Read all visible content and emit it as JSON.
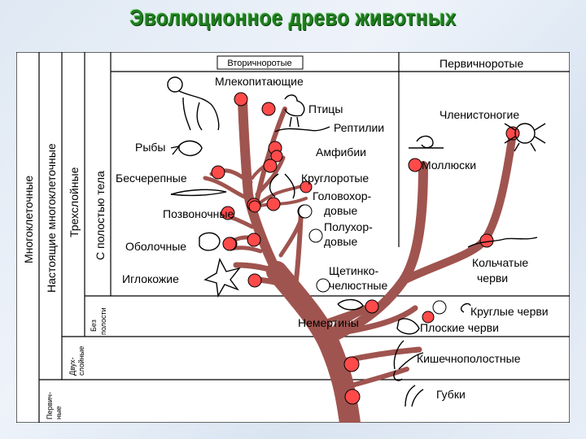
{
  "title": "Эволюционное древо животных",
  "columns": {
    "multicellular": "Многоклеточные",
    "true_multicellular": "Настоящие многоклеточные",
    "three_layer": "Трехслойные",
    "body_cavity": "С полостью тела",
    "no_cavity_1": "Без",
    "no_cavity_2": "полости",
    "two_layer_1": "Двух-",
    "two_layer_2": "слойные",
    "primary_1": "Первич-",
    "primary_2": "ные"
  },
  "headers": {
    "deuterostomes": "Вторичноротые",
    "protostomes": "Первичноротые"
  },
  "taxa": {
    "mammals": "Млекопитающие",
    "birds": "Птицы",
    "reptiles": "Рептилии",
    "fish": "Рыбы",
    "amphibians": "Амфибии",
    "acrania": "Бесчерепные",
    "cyclostomes": "Круглоротые",
    "hemichordates_1": "Головохор-",
    "hemichordates_2": "довые",
    "vertebrates": "Позвоночные",
    "semichordates_1": "Полухор-",
    "semichordates_2": "довые",
    "tunicates": "Оболочные",
    "chaetognaths_1": "Щетинко-",
    "chaetognaths_2": "челюстные",
    "echinoderms": "Иглокожие",
    "nemerteans": "Немертины",
    "flatworms": "Плоские черви",
    "roundworms": "Круглые черви",
    "arthropods": "Членистоногие",
    "mollusks": "Моллюски",
    "annelids_1": "Кольчатые",
    "annelids_2": "черви",
    "cnidarians": "Кишечнополостные",
    "sponges": "Губки"
  },
  "colors": {
    "title": "#1f7d1f",
    "trunk": "#a0544f",
    "node_red": "#ff4a4a",
    "node_white": "#ffffff",
    "grid": "#000000"
  }
}
